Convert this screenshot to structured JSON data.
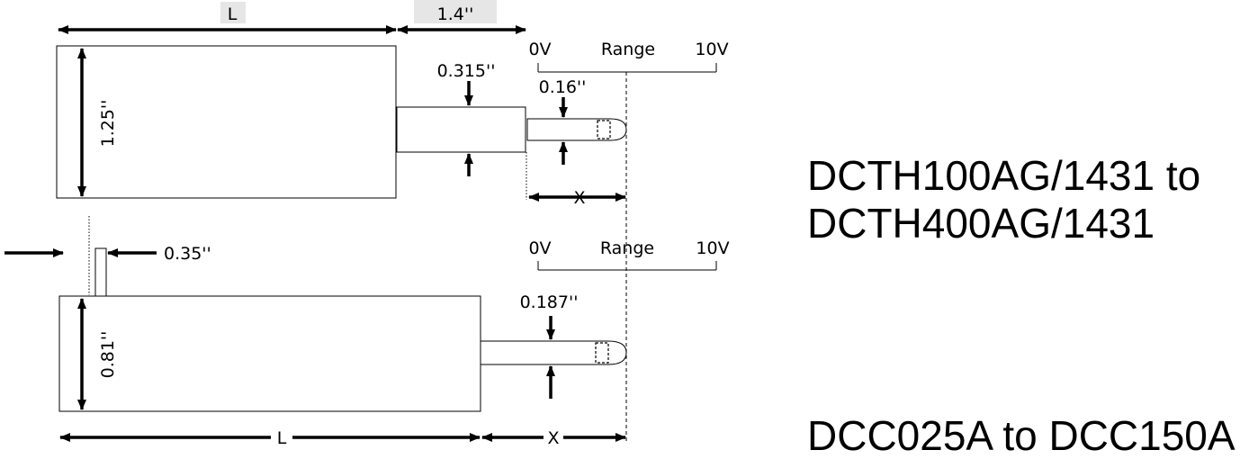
{
  "top_sensor": {
    "length_label": "L",
    "neck_length_label": "1.4''",
    "body_height_label": "1.25''",
    "neck_diameter_label": "0.315''",
    "probe_diameter_label": "0.16''",
    "range_start_label": "0V",
    "range_label": "Range",
    "range_end_label": "10V",
    "travel_label": "X",
    "model_line_1": "DCTH100AG/1431 to",
    "model_line_2": "DCTH400AG/1431"
  },
  "bottom_sensor": {
    "mount_width_label": "0.35''",
    "range_start_label": "0V",
    "range_label": "Range",
    "range_end_label": "10V",
    "probe_diameter_label": "0.187''",
    "body_height_label": "0.81''",
    "length_label": "L",
    "travel_label": "X",
    "model_line": "DCC025A to DCC150A"
  },
  "colors": {
    "line": "#000000",
    "label_bg": "#e6e6e6",
    "background": "#ffffff"
  }
}
